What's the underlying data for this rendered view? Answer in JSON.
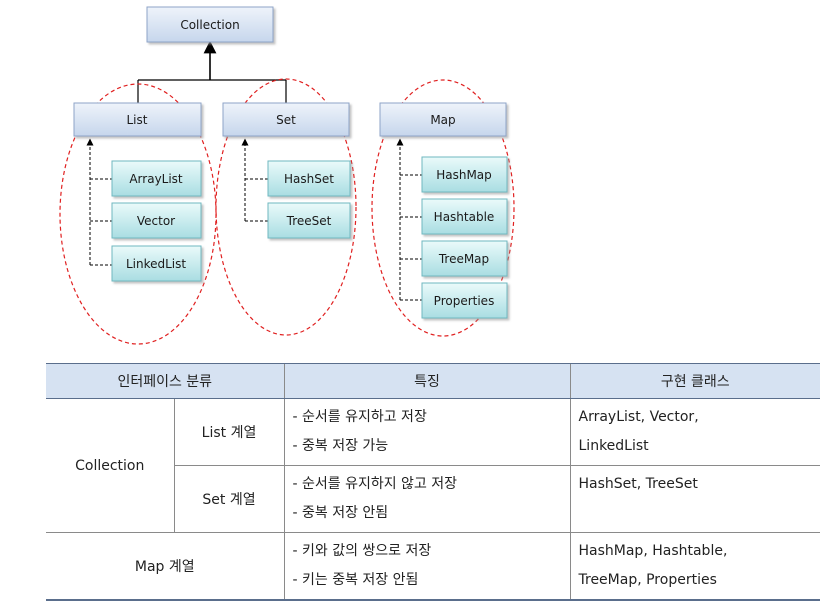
{
  "diagram": {
    "root": "Collection",
    "groups": [
      {
        "name": "List",
        "children": [
          "ArrayList",
          "Vector",
          "LinkedList"
        ]
      },
      {
        "name": "Set",
        "children": [
          "HashSet",
          "TreeSet"
        ]
      },
      {
        "name": "Map",
        "children": [
          "HashMap",
          "Hashtable",
          "TreeMap",
          "Properties"
        ]
      }
    ]
  },
  "table": {
    "headers": [
      "인터페이스 분류",
      "특징",
      "구현 클래스"
    ],
    "collection_label": "Collection",
    "rows": [
      {
        "label": "List 계열",
        "features": [
          "- 순서를 유지하고 저장",
          "- 중복 저장 가능"
        ],
        "implementations": [
          "ArrayList, Vector,",
          "LinkedList"
        ]
      },
      {
        "label": "Set 계열",
        "features": [
          "- 순서를 유지하지 않고 저장",
          "- 중복 저장 안됨"
        ],
        "implementations": [
          "HashSet, TreeSet"
        ]
      },
      {
        "label": "Map 계열",
        "features": [
          "- 키와 값의 쌍으로 저장",
          "- 키는 중복 저장 안됨"
        ],
        "implementations": [
          "HashMap, Hashtable,",
          "TreeMap, Properties"
        ]
      }
    ]
  },
  "colors": {
    "box_fill_top": "#eef3fa",
    "box_fill_bottom": "#c6d6ec",
    "box_stroke": "#8ea4c8",
    "child_fill_top": "#eafafa",
    "child_fill_bottom": "#a9dde2",
    "child_stroke": "#6fb8c0",
    "ellipse": "#e02020",
    "header_bg": "#d6e2f2"
  }
}
